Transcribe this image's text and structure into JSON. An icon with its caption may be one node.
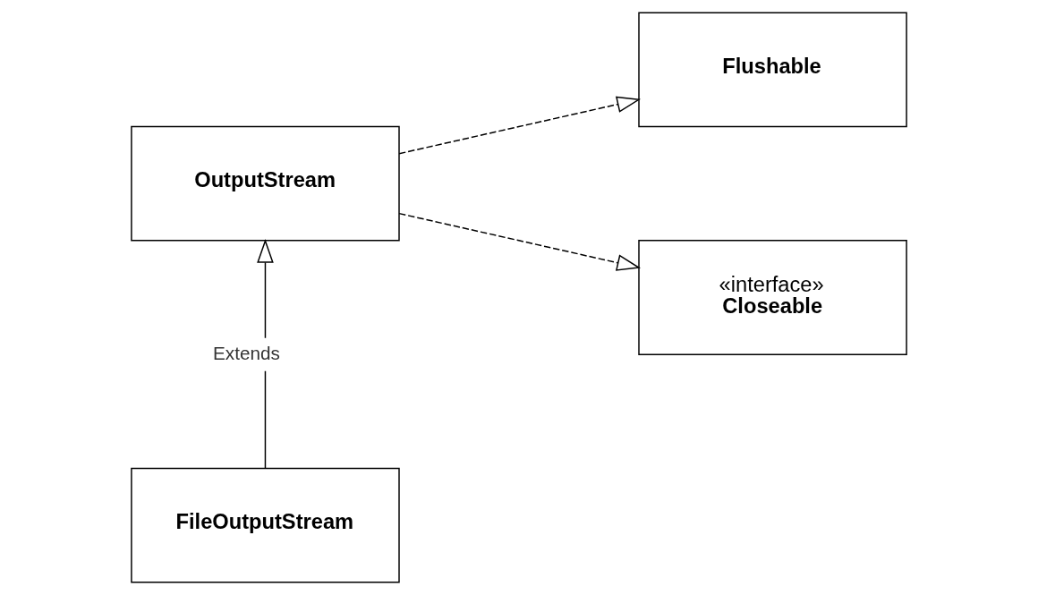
{
  "diagram": {
    "nodes": [
      {
        "text": [
          "Flushable"
        ]
      },
      {
        "text": [
          "OutputStream"
        ]
      },
      {
        "text": [
          "«interface»",
          "Closeable"
        ]
      },
      {
        "text": [
          "FileOutputStream"
        ]
      }
    ],
    "edges": [
      {
        "from": 1,
        "to": 0,
        "arrow": "to",
        "style": "dashed"
      },
      {
        "from": 1,
        "to": 2,
        "arrow": "to",
        "style": "dashed"
      },
      {
        "from": 3,
        "to": 1,
        "arrow": "to",
        "label": "Extends"
      }
    ]
  }
}
